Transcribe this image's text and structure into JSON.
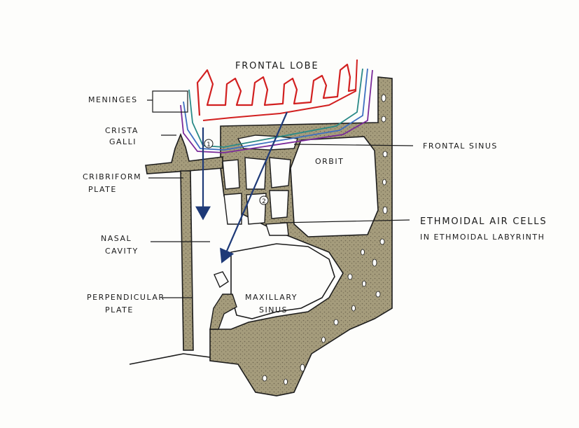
{
  "labels": {
    "frontal_lobe": "FRONTAL LOBE",
    "meninges": "MENINGES",
    "crista_galli_1": "CRISTA",
    "crista_galli_2": "GALLI",
    "cribriform_1": "CRIBRIFORM",
    "cribriform_2": "PLATE",
    "nasal_1": "NASAL",
    "nasal_2": "CAVITY",
    "perpendicular_1": "PERPENDICULAR",
    "perpendicular_2": "PLATE",
    "orbit": "ORBIT",
    "frontal_sinus": "FRONTAL SINUS",
    "ethmoidal_1": "ETHMOIDAL AIR CELLS",
    "ethmoidal_2": "IN ETHMOIDAL LABYRINTH",
    "maxillary_1": "MAXILLARY",
    "maxillary_2": "SINUS",
    "route_1": "1",
    "route_2": "2"
  },
  "colors": {
    "bone": "#9a9070",
    "bone_dark": "#5f5846",
    "outline": "#1c1c1c",
    "brain": "#d22020",
    "meninges_teal": "#2a8a88",
    "meninges_blue": "#3d6fc0",
    "meninges_purple": "#7a2a9a",
    "arrow": "#1e3a78"
  }
}
